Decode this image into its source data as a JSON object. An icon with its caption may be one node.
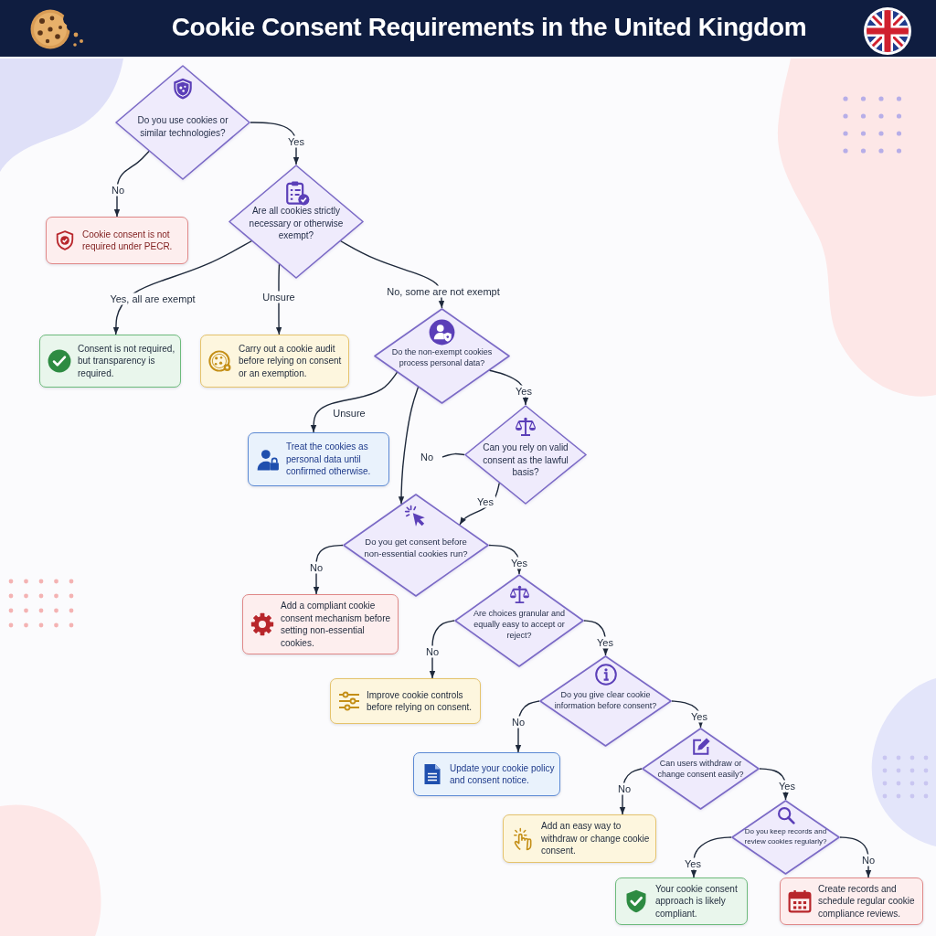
{
  "diagram": {
    "title": "Cookie Consent Requirements in the United Kingdom",
    "nodes": [
      {
        "text": [
          "Do you use cookies or similar technologies?"
        ]
      },
      {
        "text": [
          "Cookie consent is not required under PECR."
        ]
      },
      {
        "text": [
          "Are all cookies strictly necessary or otherwise exempt?"
        ]
      },
      {
        "text": [
          "Consent is not required, but transparency is required."
        ]
      },
      {
        "text": [
          "Carry out a cookie audit before relying on consent or an exemption."
        ]
      },
      {
        "text": [
          "Do the non-exempt cookies process personal data?"
        ]
      },
      {
        "text": [
          "Treat the cookies as personal data until confirmed otherwise."
        ]
      },
      {
        "text": [
          "Can you rely on valid consent as the lawful basis?"
        ]
      },
      {
        "text": [
          "Do you get consent before non-essential cookies run?"
        ]
      },
      {
        "text": [
          "Add a compliant cookie consent mechanism before setting non-essential cookies."
        ]
      },
      {
        "text": [
          "Are choices granular and equally easy to accept or reject?"
        ]
      },
      {
        "text": [
          "Improve cookie controls before relying on consent."
        ]
      },
      {
        "text": [
          "Do you give clear cookie information before consent?"
        ]
      },
      {
        "text": [
          "Update your cookie policy and consent notice."
        ]
      },
      {
        "text": [
          "Can users withdraw or change consent easily?"
        ]
      },
      {
        "text": [
          "Add an easy way to withdraw or change cookie consent."
        ]
      },
      {
        "text": [
          "Do you keep records and review cookies regularly?"
        ]
      },
      {
        "text": [
          "Your cookie consent approach is likely compliant."
        ]
      },
      {
        "text": [
          "Create records and schedule regular cookie compliance reviews."
        ]
      }
    ],
    "edges": [
      {
        "from": 0,
        "to": 2,
        "arrow": "to",
        "label": "Yes"
      },
      {
        "from": 0,
        "to": 1,
        "arrow": "to",
        "label": "No"
      },
      {
        "from": 2,
        "to": 3,
        "arrow": "to",
        "label": "Yes, all are exempt"
      },
      {
        "from": 2,
        "to": 4,
        "arrow": "to",
        "label": "Unsure"
      },
      {
        "from": 2,
        "to": 5,
        "arrow": "to",
        "label": "No, some are not exempt"
      },
      {
        "from": 5,
        "to": 6,
        "arrow": "to",
        "label": "Unsure"
      },
      {
        "from": 5,
        "to": 7,
        "arrow": "to",
        "label": "Yes"
      },
      {
        "from": 5,
        "to": 8,
        "arrow": "to"
      },
      {
        "from": 7,
        "to": null,
        "arrow": "none",
        "label": "No"
      },
      {
        "from": 7,
        "to": 8,
        "arrow": "to",
        "label": "Yes"
      },
      {
        "from": 8,
        "to": 9,
        "arrow": "to",
        "label": "No"
      },
      {
        "from": 8,
        "to": 10,
        "arrow": "to",
        "label": "Yes"
      },
      {
        "from": 10,
        "to": 11,
        "arrow": "to",
        "label": "No"
      },
      {
        "from": 10,
        "to": 12,
        "arrow": "to",
        "label": "Yes"
      },
      {
        "from": 12,
        "to": 13,
        "arrow": "to",
        "label": "No"
      },
      {
        "from": 12,
        "to": 14,
        "arrow": "to",
        "label": "Yes"
      },
      {
        "from": 14,
        "to": 15,
        "arrow": "to",
        "label": "No"
      },
      {
        "from": 14,
        "to": 16,
        "arrow": "to",
        "label": "Yes"
      },
      {
        "from": 16,
        "to": 17,
        "arrow": "to",
        "label": "Yes"
      },
      {
        "from": 16,
        "to": 18,
        "arrow": "to",
        "label": "No"
      }
    ]
  }
}
